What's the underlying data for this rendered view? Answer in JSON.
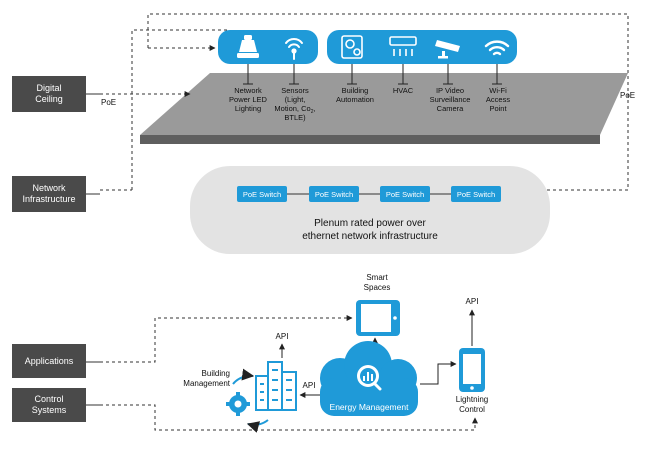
{
  "layers": {
    "digital_ceiling": "Digital\nCeiling",
    "network_infrastructure": "Network\nInfrastructure",
    "applications": "Applications",
    "control_systems": "Control\nSystems"
  },
  "poe_left": "PoE",
  "poe_right": "PoE",
  "devices": {
    "led": "Network\nPower LED\nLighting",
    "sensors_line1": "Sensors",
    "sensors_line2": "(Light,",
    "sensors_line3a": "Motion, Co",
    "sensors_line3sub": "2",
    "sensors_line3b": ",",
    "sensors_line4": "BTLE)",
    "building_automation": "Building\nAutomation",
    "hvac": "HVAC",
    "ip_camera": "IP Video\nSurveillance\nCamera",
    "wifi": "Wi-Fi\nAccess\nPoint"
  },
  "switches": [
    "PoE Switch",
    "PoE Switch",
    "PoE Switch",
    "PoE Switch"
  ],
  "plenum": "Plenum rated power over\nethernet network infrastructure",
  "smart_spaces": "Smart\nSpaces",
  "api_top_right": "API",
  "api_building": "API",
  "api_side": "API",
  "building_management": "Building\nManagement",
  "energy_management": "Energy Management",
  "lightning_control": "Lightning\nControl",
  "colors": {
    "accent_blue": "#1f9ad8",
    "dark_box": "#4a4a4a",
    "platform_top": "#9a9a9a",
    "platform_side": "#6a6a6a",
    "infra_pill": "#e3e3e3"
  }
}
